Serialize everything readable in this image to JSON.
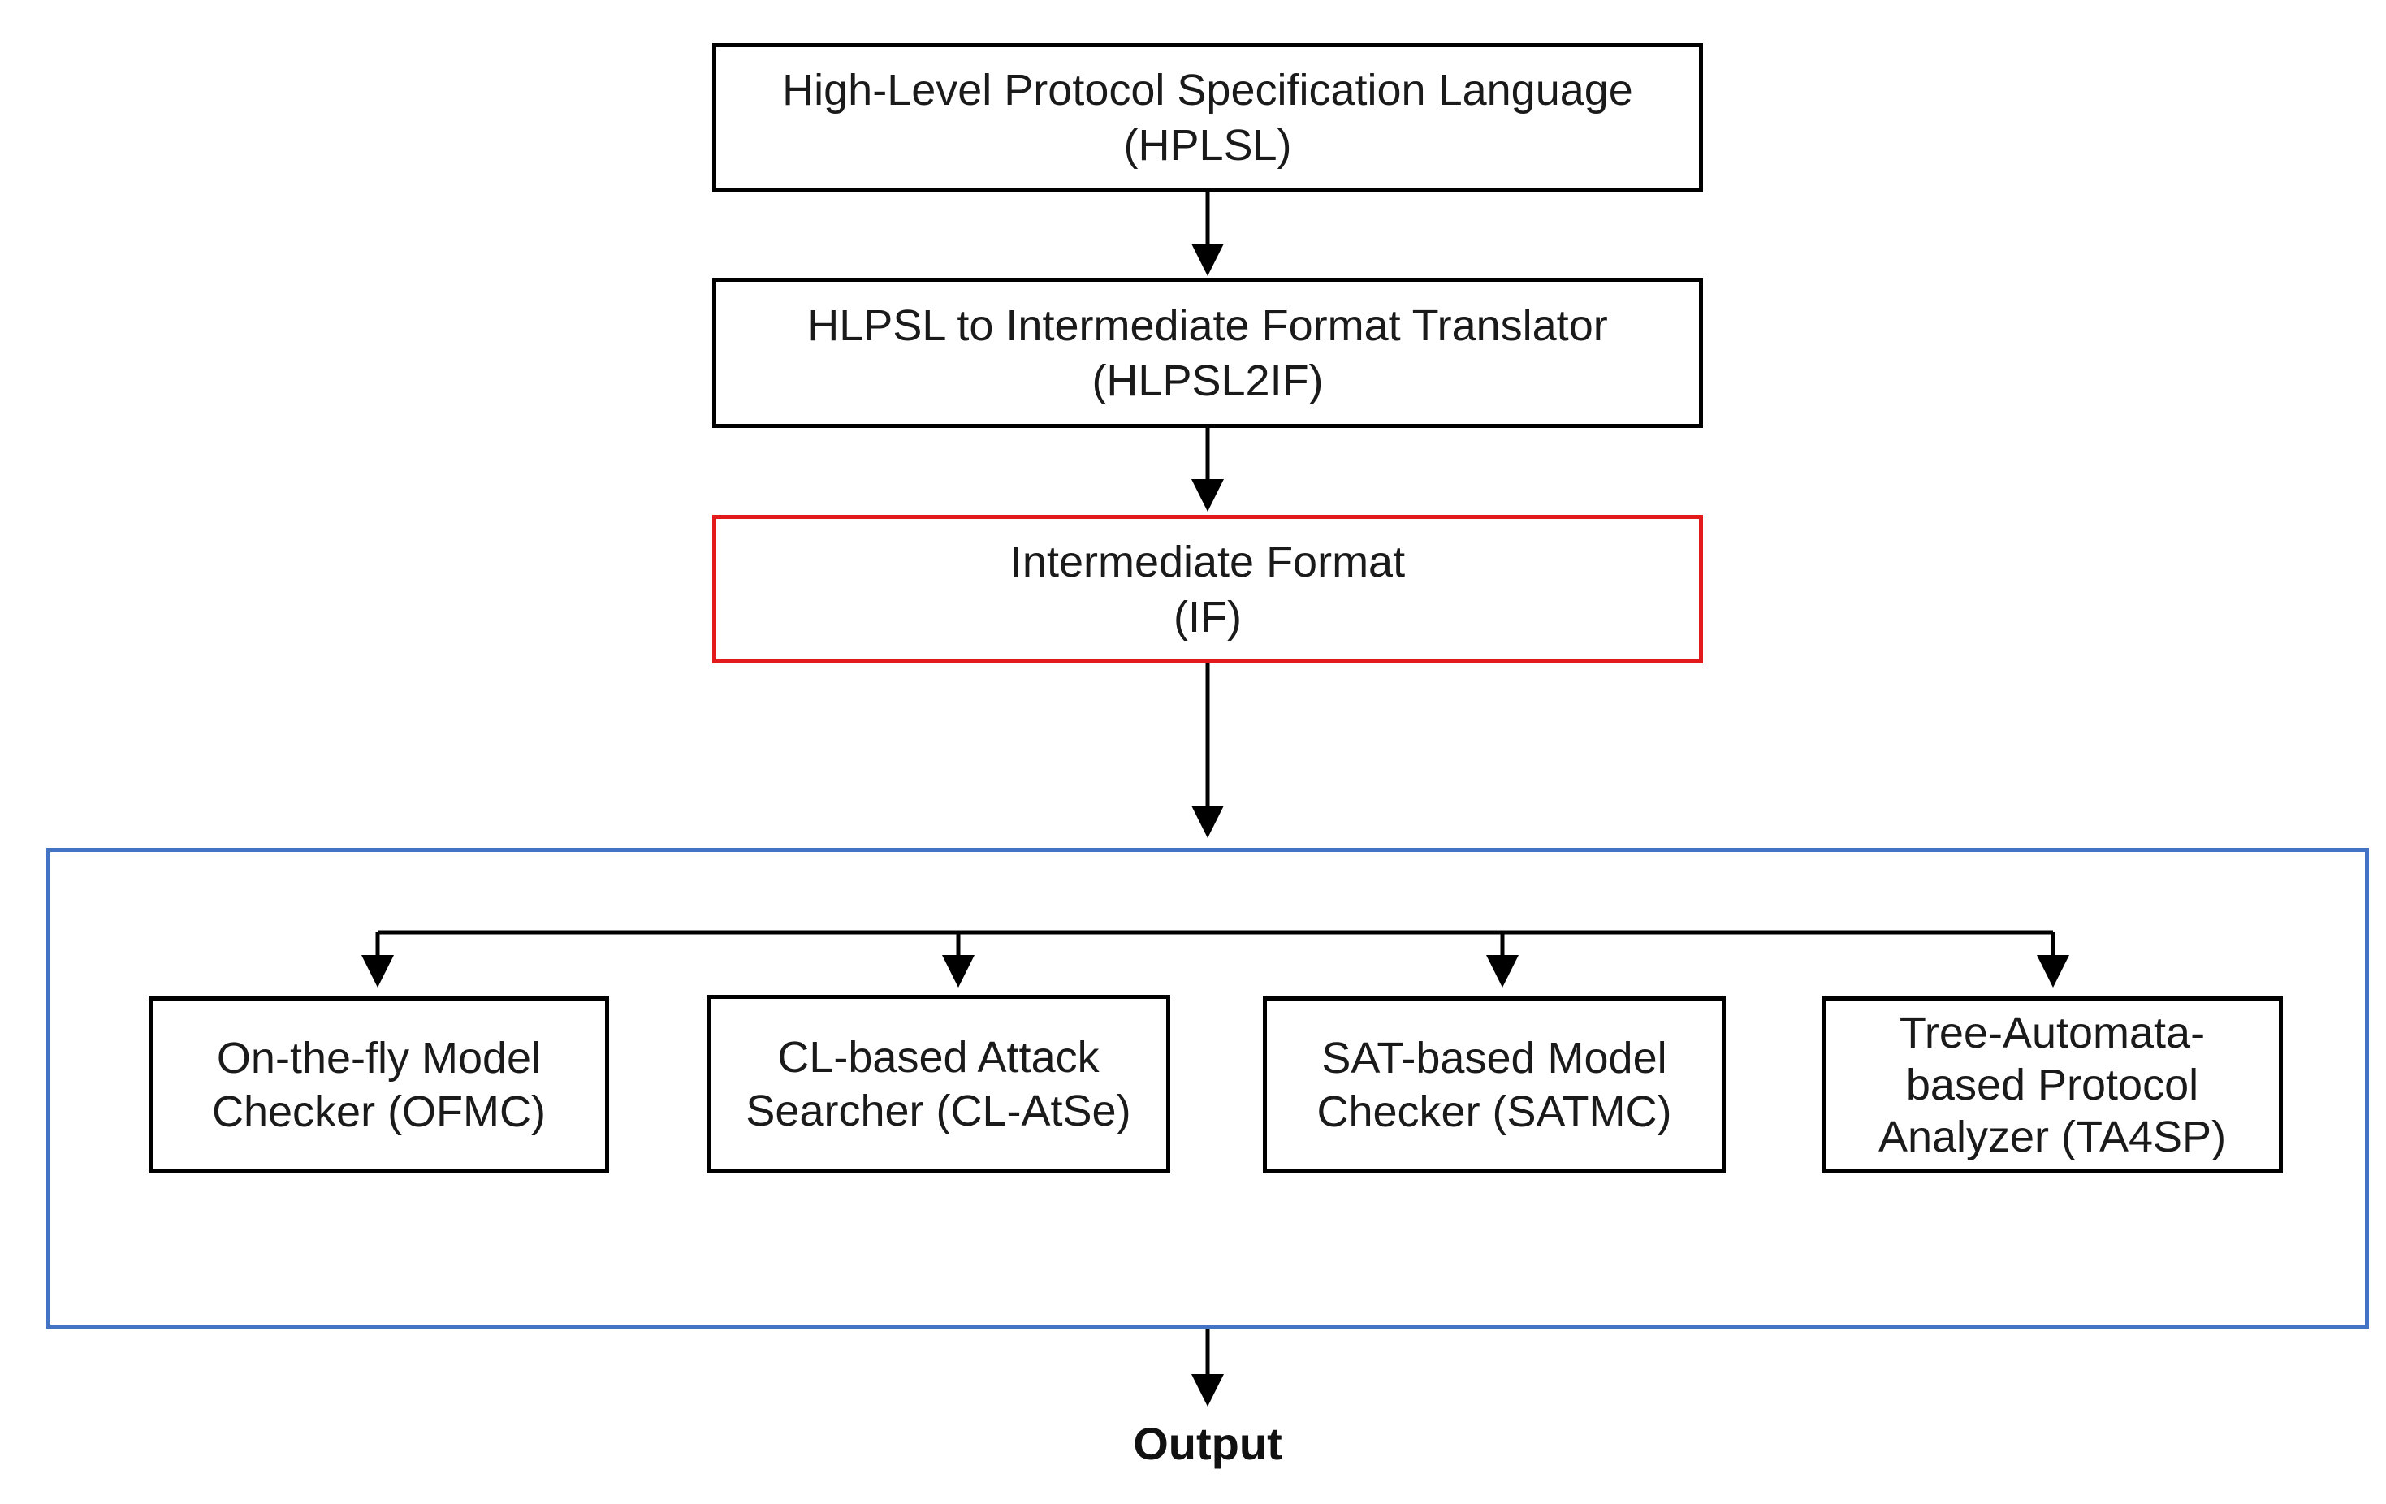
{
  "pipeline": {
    "hlpsl": {
      "line1": "High-Level Protocol Specification Language",
      "line2": "(HPLSL)"
    },
    "translator": {
      "line1": "HLPSL to Intermediate Format Translator",
      "line2": "(HLPSL2IF)"
    },
    "intermediate": {
      "line1": "Intermediate Format",
      "line2": "(IF)"
    }
  },
  "backends": [
    {
      "line1": "On-the-fly Model",
      "line2": "Checker (OFMC)"
    },
    {
      "line1": "CL-based Attack",
      "line2": "Searcher (CL-AtSe)"
    },
    {
      "line1": "SAT-based Model",
      "line2": "Checker (SATMC)"
    },
    {
      "line1": "Tree-Automata-",
      "line2": "based Protocol",
      "line3": "Analyzer (TA4SP)"
    }
  ],
  "output_label": "Output",
  "colors": {
    "box_border": "#000000",
    "intermediate_border": "#e31a1c",
    "backend_frame": "#4472c4"
  }
}
